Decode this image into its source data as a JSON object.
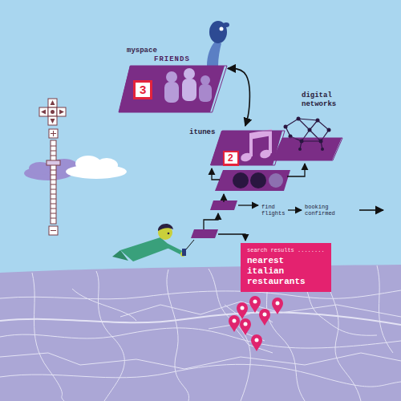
{
  "diagram": {
    "nodes": [
      {
        "text": [
          "myspace",
          "FRIENDS"
        ]
      },
      {
        "text": [
          "3"
        ],
        "in": 0
      },
      {
        "text": [
          "itunes"
        ]
      },
      {
        "text": [
          "2"
        ],
        "in": 2
      },
      {
        "text": [
          "digital networks"
        ]
      },
      {
        "text": [
          "search results ........",
          "nearest italian restaurants"
        ]
      }
    ],
    "edges": [
      {
        "from": 0,
        "to": 2,
        "arrow": "both"
      }
    ],
    "labels": [
      "find flights",
      "booking confirmed"
    ]
  }
}
